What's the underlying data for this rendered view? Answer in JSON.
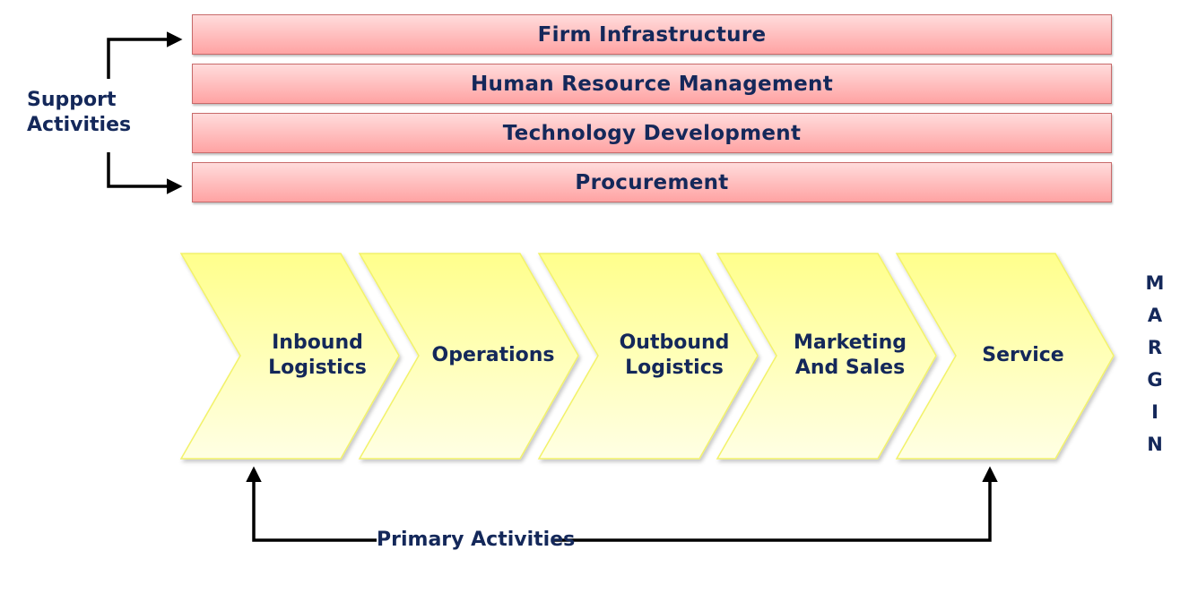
{
  "support": {
    "label_line1": "Support",
    "label_line2": "Activities",
    "bars": [
      {
        "label": "Firm Infrastructure"
      },
      {
        "label": "Human Resource Management"
      },
      {
        "label": "Technology Development"
      },
      {
        "label": "Procurement"
      }
    ],
    "bar_color_top": "#FFDCDC",
    "bar_color_bottom": "#FFA3A3",
    "bar_border": "#C86A6A"
  },
  "primary": {
    "label": "Primary Activities",
    "chevrons": [
      {
        "line1": "Inbound",
        "line2": "Logistics"
      },
      {
        "line1": "Operations",
        "line2": ""
      },
      {
        "line1": "Outbound",
        "line2": "Logistics"
      },
      {
        "line1": "Marketing",
        "line2": "And Sales"
      },
      {
        "line1": "Service",
        "line2": ""
      }
    ],
    "chevron_color_top": "#FFFF8C",
    "chevron_color_bottom": "#FFFFE4"
  },
  "margin": {
    "letters": [
      "M",
      "A",
      "R",
      "G",
      "I",
      "N"
    ]
  },
  "text_color": "#14285A"
}
